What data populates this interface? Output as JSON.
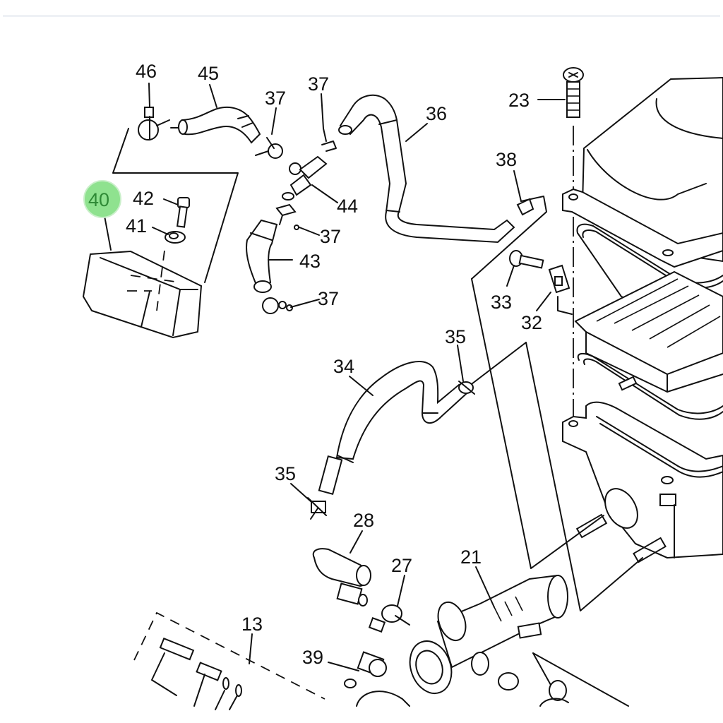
{
  "diagram": {
    "title": "Air intake / air filter case exploded parts diagram",
    "highlight_color": "#8fe28f",
    "highlight_text_color": "#2f8a36",
    "highlighted_part": "40",
    "callouts": [
      {
        "id": "c46",
        "label": "46"
      },
      {
        "id": "c45",
        "label": "45"
      },
      {
        "id": "c37a",
        "label": "37"
      },
      {
        "id": "c37b",
        "label": "37"
      },
      {
        "id": "c36",
        "label": "36"
      },
      {
        "id": "c23",
        "label": "23"
      },
      {
        "id": "c40",
        "label": "40"
      },
      {
        "id": "c42",
        "label": "42"
      },
      {
        "id": "c41",
        "label": "41"
      },
      {
        "id": "c44",
        "label": "44"
      },
      {
        "id": "c38",
        "label": "38"
      },
      {
        "id": "c37c",
        "label": "37"
      },
      {
        "id": "c43",
        "label": "43"
      },
      {
        "id": "c37d",
        "label": "37"
      },
      {
        "id": "c33",
        "label": "33"
      },
      {
        "id": "c32",
        "label": "32"
      },
      {
        "id": "c35a",
        "label": "35"
      },
      {
        "id": "c34",
        "label": "34"
      },
      {
        "id": "c35b",
        "label": "35"
      },
      {
        "id": "c28",
        "label": "28"
      },
      {
        "id": "c21",
        "label": "21"
      },
      {
        "id": "c27",
        "label": "27"
      },
      {
        "id": "c13",
        "label": "13"
      },
      {
        "id": "c39",
        "label": "39"
      }
    ]
  }
}
